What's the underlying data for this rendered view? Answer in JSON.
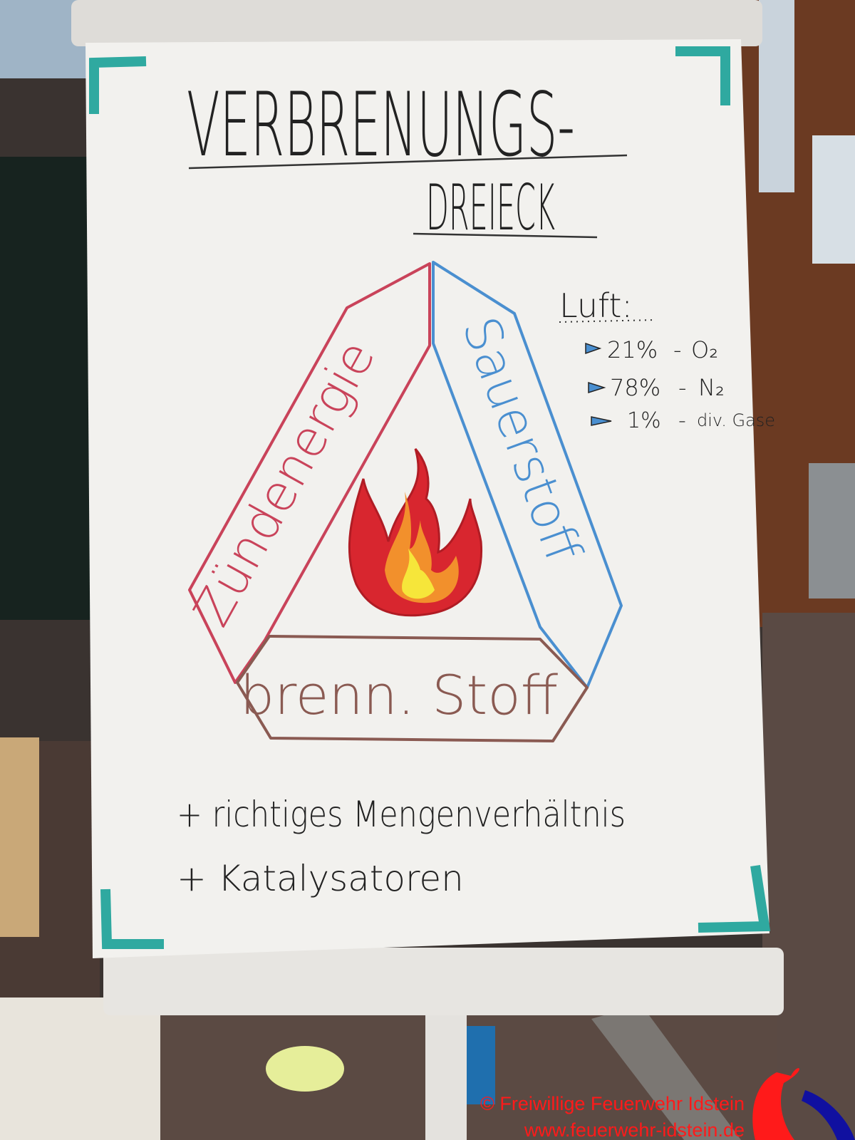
{
  "flipchart": {
    "title_line1": "VERBRENUNGS-",
    "title_line2": "DREIECK",
    "triangle": {
      "left_side": "Zündenergie",
      "right_side": "Sauerstoff",
      "base": "brenn. Stoff",
      "center_icon": "flame-icon"
    },
    "air": {
      "heading": "Luft:",
      "items": [
        {
          "value": "21%",
          "label": "O₂"
        },
        {
          "value": "78%",
          "label": "N₂"
        },
        {
          "value": "1%",
          "label": "div. Gase"
        }
      ]
    },
    "notes": [
      "+ richtiges Mengenverhältnis",
      "+ Katalysatoren"
    ],
    "colors": {
      "paper": "#f2f1ee",
      "red_marker": "#c9435a",
      "blue_marker": "#4a8fd0",
      "brown_marker": "#8a5a52",
      "tape": "#2fa9a0"
    }
  },
  "watermark": {
    "line1": "© Freiwillige Feuerwehr Idstein",
    "line2": "www.feuerwehr-idstein.de"
  }
}
